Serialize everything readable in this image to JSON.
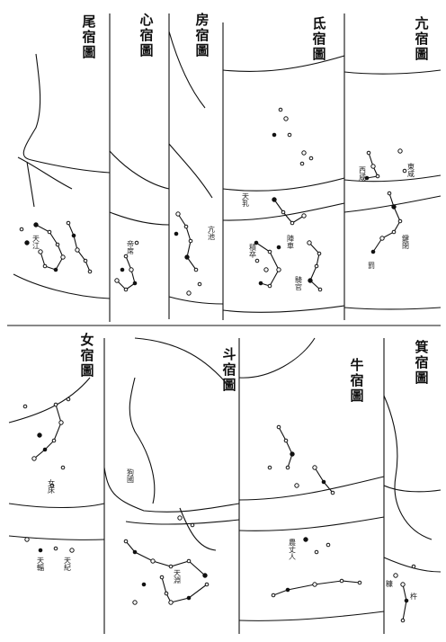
{
  "lunar_mansion_charts": {
    "top_row": [
      {
        "title": "尾宿圖"
      },
      {
        "title": "心宿圖"
      },
      {
        "title": "房宿圖"
      },
      {
        "title": "氐宿圖"
      },
      {
        "title": "亢宿圖"
      }
    ],
    "bottom_row": [
      {
        "title": "女宿圖"
      },
      {
        "title": "斗宿圖"
      },
      {
        "title": "牛宿圖"
      },
      {
        "title": "箕宿圖"
      }
    ]
  },
  "star_labels": [
    "天江",
    "帝席",
    "亢池",
    "陣車",
    "騎官",
    "積卒",
    "天乳",
    "鍵閉",
    "罰",
    "東咸",
    "西咸",
    "天輻",
    "天紀",
    "女床",
    "狗國",
    "天淵",
    "農丈人",
    "杵",
    "糠"
  ],
  "colors": {
    "ink": "#111111",
    "paper": "#ffffff"
  }
}
